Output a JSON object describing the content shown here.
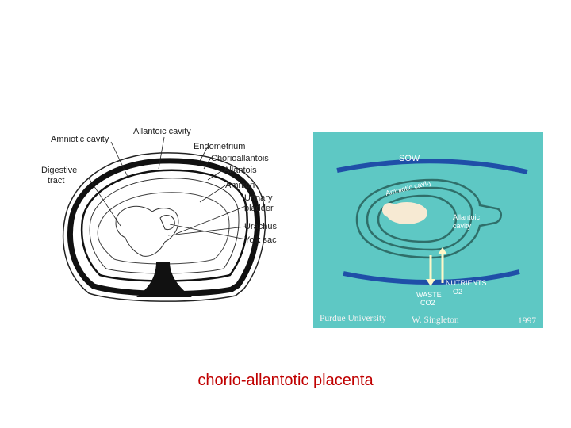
{
  "left_diagram": {
    "labels": {
      "amniotic_cavity": "Amniotic cavity",
      "allantoic_cavity": "Allantoic cavity",
      "endometrium": "Endometrium",
      "chorioallantois": "Chorioallantois",
      "allantois": "Allantois",
      "amnion": "Amnion",
      "digestive_tract_line1": "Digestive",
      "digestive_tract_line2": "tract",
      "urinary_bladder_line1": "Urinary",
      "urinary_bladder_line2": "bladder",
      "urachus": "Urachus",
      "yolk_sac": "Yolk sac"
    }
  },
  "right_photo": {
    "background": "#5ec8c4",
    "labels": {
      "sow": "SOW",
      "amniotic_cavity": "Amniotic cavity",
      "allantoic_cavity_line1": "Allantoic",
      "allantoic_cavity_line2": "cavity",
      "nutrients": "NUTRIENTS",
      "o2": "O2",
      "waste": "WASTE",
      "co2": "CO2"
    },
    "credits": {
      "institution": "Purdue University",
      "author": "W. Singleton",
      "year": "1997"
    }
  },
  "caption": "chorio-allantotic placenta"
}
